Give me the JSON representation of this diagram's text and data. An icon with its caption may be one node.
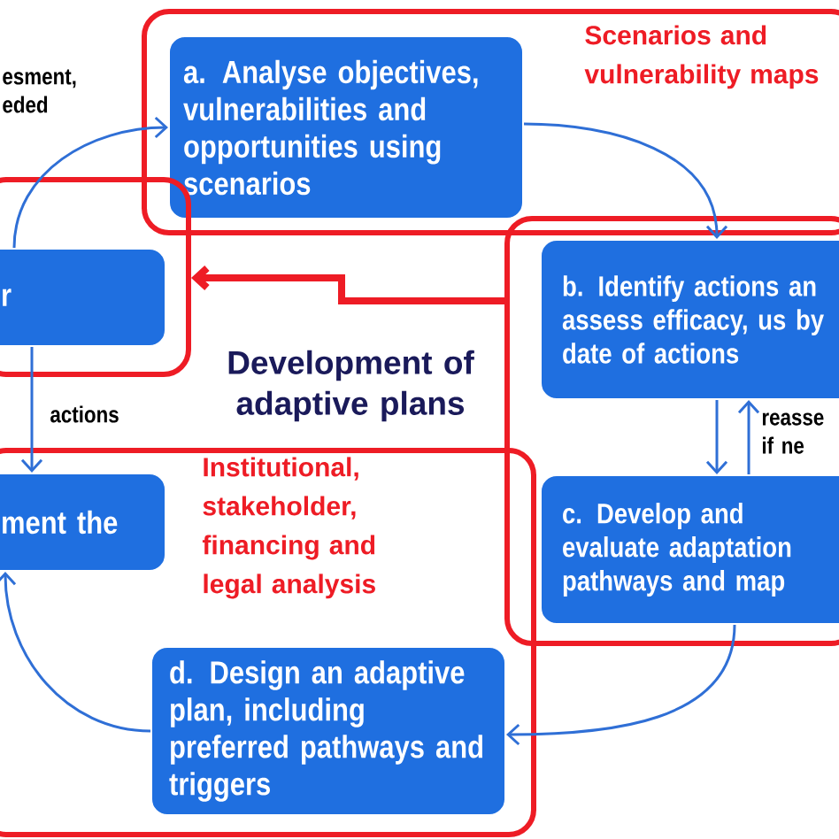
{
  "diagram": {
    "nodes": [
      {
        "text": [
          "Scenarios and vulnerability maps"
        ]
      },
      {
        "text": [
          "a. Analyse objectives, vulnerabilities and opportunities using scenarios"
        ],
        "in": 0
      },
      {
        "text": [],
        "shape": "box"
      },
      {
        "text": [
          "r"
        ],
        "in": 2
      },
      {
        "text": [],
        "shape": "box"
      },
      {
        "text": [
          "b. Identify actions an assess efficacy, us by date of actions"
        ],
        "in": 4
      },
      {
        "text": [
          "c. Develop and evaluate adaptation pathways and map"
        ],
        "in": 4
      },
      {
        "text": [
          "Institutional, stakeholder, financing and legal analysis"
        ]
      },
      {
        "text": [
          "ment the"
        ],
        "in": 7
      },
      {
        "text": [
          "d. Design an adaptive plan, including preferred pathways and triggers"
        ],
        "in": 7
      }
    ],
    "edges": [
      {
        "from": 3,
        "to": 1,
        "arrow": "to",
        "label": "esment, eded"
      },
      {
        "from": 1,
        "to": 5,
        "arrow": "to"
      },
      {
        "from": 5,
        "to": 6,
        "arrow": "to"
      },
      {
        "from": 6,
        "to": 5,
        "arrow": "to",
        "label": "reasse if ne"
      },
      {
        "from": 6,
        "to": 9,
        "arrow": "to"
      },
      {
        "from": 9,
        "to": 8,
        "arrow": "to"
      },
      {
        "from": 3,
        "to": 8,
        "arrow": "to",
        "label": "actions"
      },
      {
        "from": 4,
        "to": 2,
        "arrow": "to",
        "style": "thick",
        "color": "#ee1c25"
      }
    ],
    "labels": [
      "Development of adaptive plans"
    ]
  }
}
